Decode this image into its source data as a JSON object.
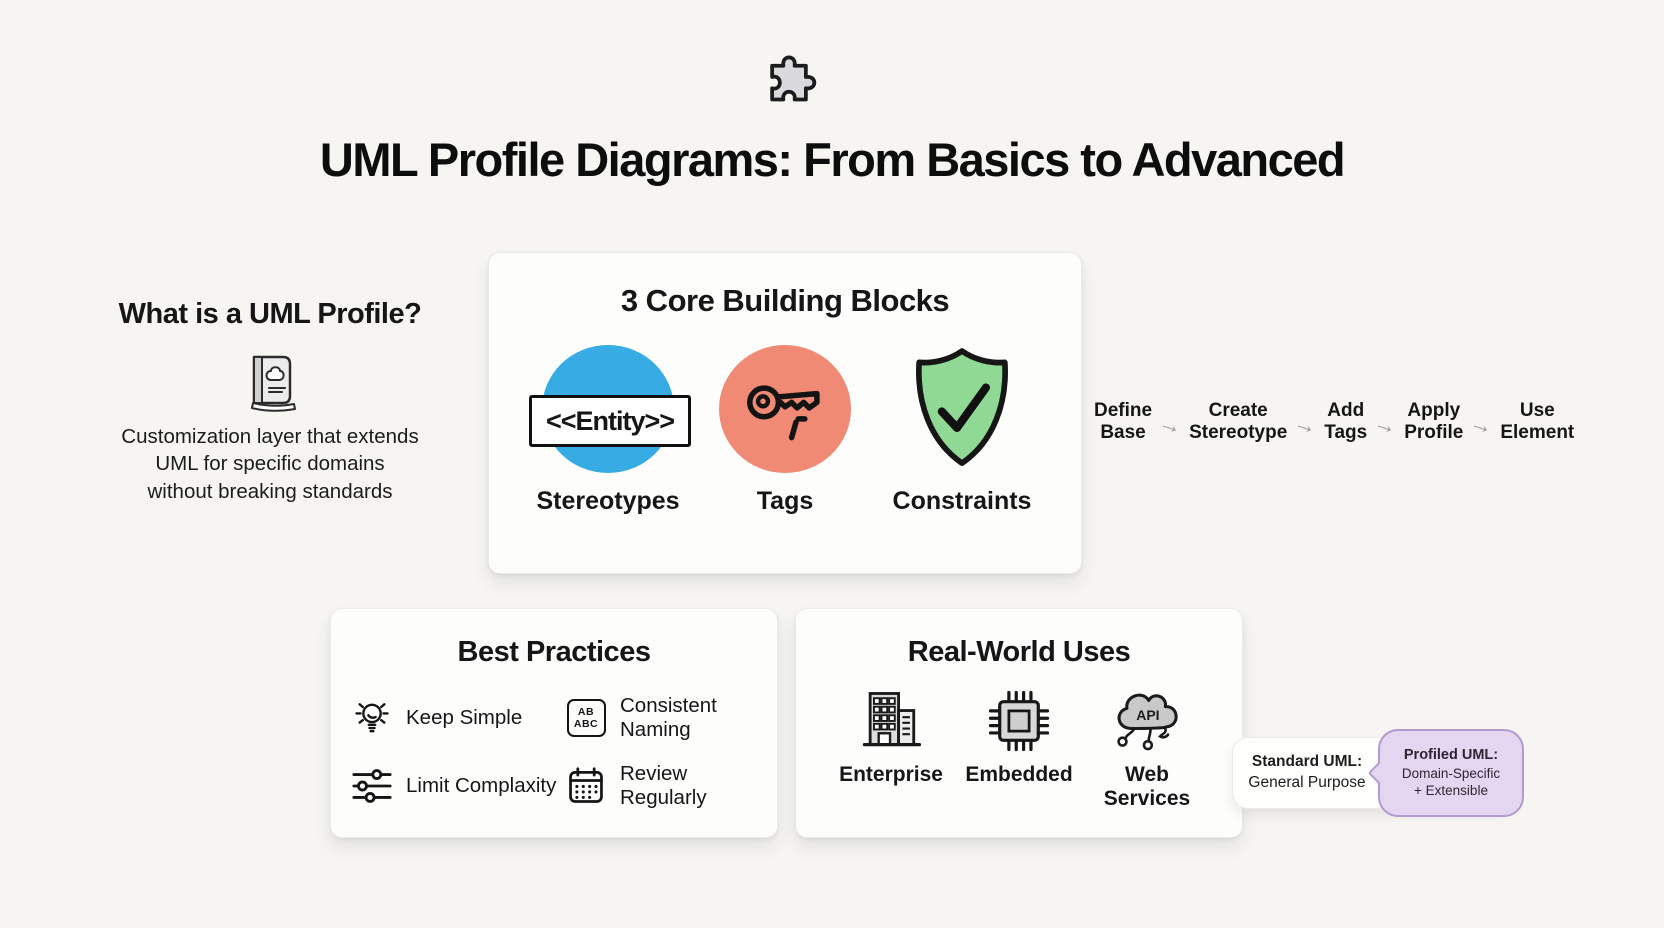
{
  "page": {
    "title": "UML Profile Diagrams: From Basics to Advanced"
  },
  "intro": {
    "heading": "What is a UML Profile?",
    "description": "Customization layer that extends\nUML for specific domains\nwithout breaking standards"
  },
  "core_blocks": {
    "title": "3 Core Building Blocks",
    "items": [
      {
        "label": "Stereotypes",
        "badge": "<<Entity>>",
        "icon": "entity-badge",
        "color": "#37ace4"
      },
      {
        "label": "Tags",
        "icon": "key-icon",
        "color": "#f08a74"
      },
      {
        "label": "Constraints",
        "icon": "shield-check-icon",
        "color": "#8fd994"
      }
    ]
  },
  "flow": {
    "arrow": "→",
    "arrow_color": "#9c9c9c",
    "steps": [
      {
        "label": "Define\nBase"
      },
      {
        "label": "Create\nStereotype"
      },
      {
        "label": "Add\nTags"
      },
      {
        "label": "Apply\nProfile"
      },
      {
        "label": "Use\nElement"
      }
    ]
  },
  "best_practices": {
    "title": "Best Practices",
    "naming_icon": {
      "top": "AB",
      "bottom": "ABC"
    },
    "items": [
      {
        "label": "Keep Simple",
        "icon": "lightbulb-icon"
      },
      {
        "label": "Consistent Naming",
        "icon": "naming-abc-icon"
      },
      {
        "label": "Limit Complaxity",
        "icon": "sliders-icon"
      },
      {
        "label": "Review Regularly",
        "icon": "calendar-icon"
      }
    ]
  },
  "real_world": {
    "title": "Real-World Uses",
    "api_label": "API",
    "items": [
      {
        "label": "Enterprise",
        "icon": "building-icon"
      },
      {
        "label": "Embedded",
        "icon": "chip-icon"
      },
      {
        "label": "Web Services",
        "icon": "cloud-api-icon"
      }
    ]
  },
  "comparison": {
    "standard": {
      "line1": "Standard UML:",
      "line2": "General Purpose"
    },
    "profiled": {
      "line1": "Profiled UML:",
      "line2": "Domain-Specific",
      "line3": "+ Extensible"
    },
    "bubble_fill": "#e4d5f1",
    "bubble_border": "#b29ad0"
  }
}
